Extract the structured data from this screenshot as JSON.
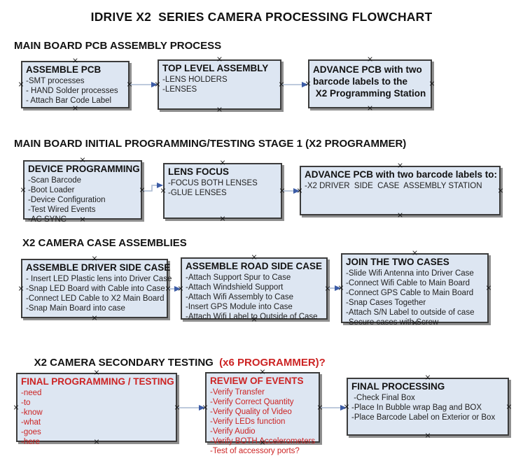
{
  "page_title": "IDRIVE X2  SERIES CAMERA PROCESSING FLOWCHART",
  "colors": {
    "box_fill": "#dde6f2",
    "box_border": "#3c3c3c",
    "box_shadow": "#8f8f8f",
    "connector_line": "#a9b8d0",
    "arrow_head": "#3c5ca6",
    "red_text": "#cc2323",
    "black_text": "#121212"
  },
  "icons": {
    "connection_point": "×",
    "arrow": "right-arrowhead"
  },
  "sections": [
    {
      "heading": "MAIN BOARD PCB ASSEMBLY PROCESS",
      "boxes": [
        {
          "title": "ASSEMBLE PCB",
          "items": [
            "-SMT processes",
            "- HAND Solder processes",
            "- Attach Bar Code Label"
          ]
        },
        {
          "title": "TOP LEVEL ASSEMBLY",
          "items": [
            "-LENS HOLDERS",
            "-LENSES"
          ]
        },
        {
          "title_lines": [
            "ADVANCE PCB with two",
            "barcode labels to the",
            " X2 Programming Station"
          ]
        }
      ]
    },
    {
      "heading": "MAIN BOARD INITIAL PROGRAMMING/TESTING STAGE 1 (X2 PROGRAMMER)",
      "boxes": [
        {
          "title": "DEVICE PROGRAMMING",
          "items": [
            "-Scan Barcode",
            "-Boot Loader",
            "-Device Configuration",
            "-Test Wired Events",
            "-AC SYNC"
          ]
        },
        {
          "title": "LENS FOCUS",
          "items": [
            "-FOCUS BOTH LENSES",
            "-GLUE LENSES"
          ]
        },
        {
          "title": "ADVANCE PCB with two barcode labels to:",
          "items": [
            "-X2 DRIVER  SIDE  CASE  ASSEMBLY STATION"
          ]
        }
      ]
    },
    {
      "heading": "X2 CAMERA CASE ASSEMBLIES",
      "boxes": [
        {
          "title": "ASSEMBLE DRIVER SIDE CASE",
          "items": [
            "- Insert LED Plastic lens into Driver Case",
            "-Snap LED Board with Cable into Case",
            "-Connect LED Cable to X2 Main Board",
            "-Snap Main Board into case"
          ]
        },
        {
          "title": "ASSEMBLE ROAD SIDE CASE",
          "items": [
            "-Attach Support Spur to Case",
            "-Attach Windshield Support",
            "-Attach Wifi Assembly to Case",
            "-Insert GPS Module into Case",
            "-Attach Wifi Label to Outside of Case"
          ]
        },
        {
          "title": "JOIN THE TWO CASES",
          "items": [
            "-Slide Wifi Antenna into Driver Case",
            "-Connect Wifi Cable to Main Board",
            "-Connect GPS Cable to Main Board",
            "-Snap Cases Together",
            "-Attach S/N Label to outside of case",
            "-Secure cases with Screw"
          ]
        }
      ]
    },
    {
      "heading_black": "X2 CAMERA SECONDARY TESTING  ",
      "heading_red": "(x6 PROGRAMMER)?",
      "boxes": [
        {
          "title": "FINAL PROGRAMMING / TESTING",
          "items": [
            "-need",
            "-to",
            "-know",
            "-what",
            "-goes",
            "-here"
          ],
          "text_color": "red"
        },
        {
          "title": "REVIEW OF EVENTS",
          "items": [
            "-Verify Transfer",
            "-Verify Correct Quantity",
            "-Verify Quality of Video",
            "-Verify LEDs function",
            "-Verify Audio",
            "-Verify BOTH Accelerometers",
            "-Test of accessory ports?"
          ],
          "text_color": "red"
        },
        {
          "title": "FINAL PROCESSING",
          "items": [
            " -Check Final Box",
            "-Place In Bubble wrap Bag and BOX",
            "-Place Barcode Label on Exterior or Box"
          ]
        }
      ]
    }
  ]
}
